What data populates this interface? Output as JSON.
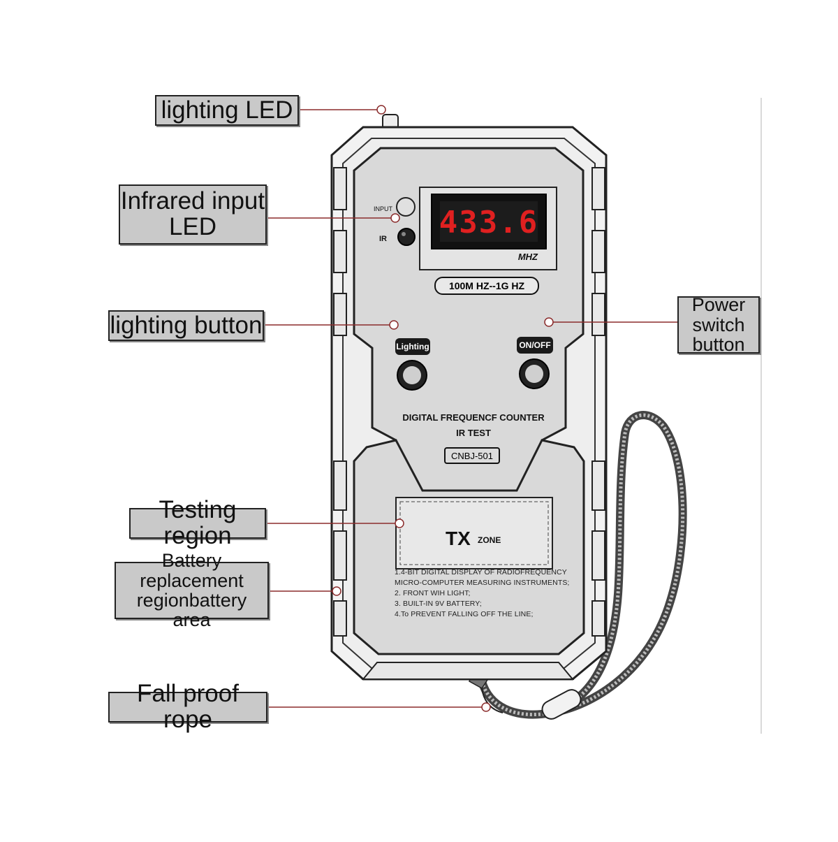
{
  "callouts": {
    "lighting_led": "lighting LED",
    "infrared_input_led_line1": "Infrared input",
    "infrared_input_led_line2": "LED",
    "lighting_button": "lighting button",
    "power_switch_line1": "Power switch",
    "power_switch_line2": "button",
    "testing_region": "Testing region",
    "battery_line1": "Battery replacement",
    "battery_line2": "regionbattery area",
    "fall_proof_rope": "Fall proof rope"
  },
  "device": {
    "input_label": "INPUT",
    "ir_label": "IR",
    "display_reading": "433.6",
    "display_unit": "MHZ",
    "range": "100M HZ--1G HZ",
    "lighting_button_label": "Lighting",
    "onoff_button_label": "ON/OFF",
    "title_line1": "DIGITAL FREQUENCF COUNTER",
    "title_line2": "IR TEST",
    "model": "CNBJ-501",
    "tx_label": "TX",
    "zone_label": "ZONE",
    "info": [
      "1.4-BIT DIGITAL DISPLAY OF RADIOFREQUENCY",
      "MICRO-COMPUTER MEASURING INSTRUMENTS;",
      "2. FRONT WIH LIGHT;",
      "3. BUILT-IN 9V BATTERY;",
      "4.To PREVENT FALLING OFF THE LINE;"
    ]
  },
  "colors": {
    "label_fill": "#c9c9c9",
    "body_fill": "#d9d9d9",
    "leader_line": "#8b2c2c",
    "display_digits": "#e02020"
  }
}
